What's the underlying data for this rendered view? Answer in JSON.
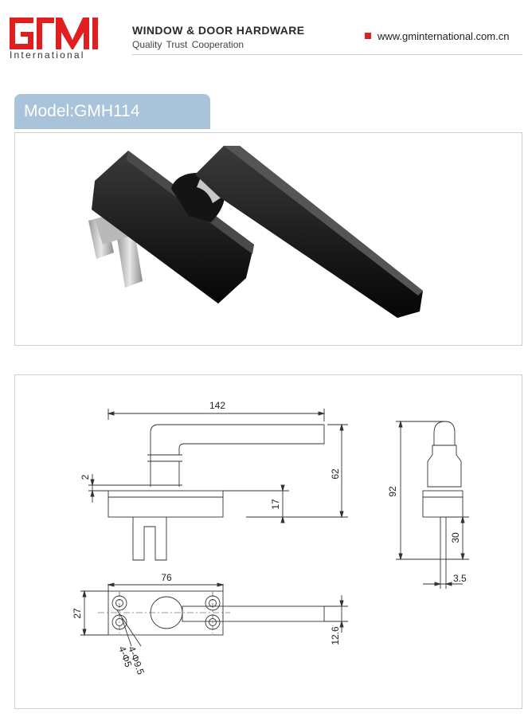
{
  "brand": {
    "logo_text": "GMI",
    "logo_sub": "International",
    "title": "WINDOW & DOOR HARDWARE",
    "tagline": "Quality Trust Cooperation",
    "website": "www.gminternational.com.cn",
    "colors": {
      "logo_red": "#e02020",
      "tab_blue": "#a9c3da"
    }
  },
  "model": {
    "label": "Model:GMH114"
  },
  "drawing": {
    "dims": {
      "width_142": "142",
      "height_62": "62",
      "gap_2": "2",
      "base_17": "17",
      "side_92": "92",
      "spindle_30": "30",
      "spindle_3_5": "3.5",
      "base_76": "76",
      "base_27": "27",
      "handle_12_6": "12.6",
      "hole_9_5": "4-Φ9.5",
      "hole_5": "4-Φ5"
    }
  }
}
